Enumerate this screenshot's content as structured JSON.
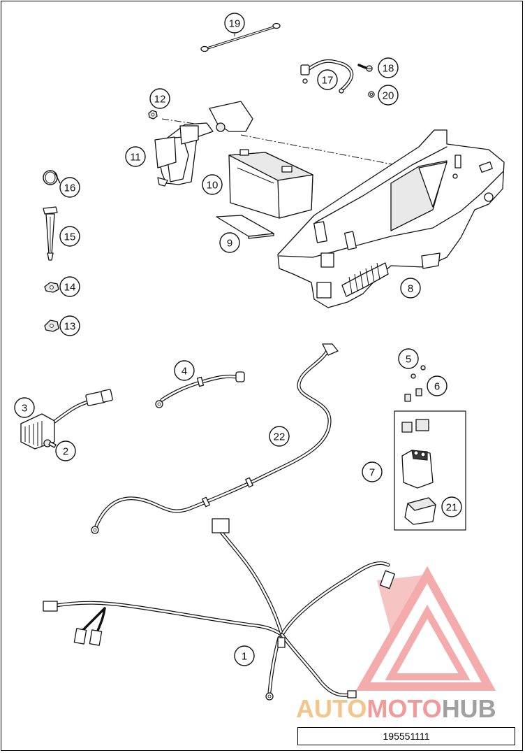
{
  "diagram": {
    "drawing_number": "195551111",
    "callouts": [
      {
        "id": "c1",
        "label": "1"
      },
      {
        "id": "c2",
        "label": "2"
      },
      {
        "id": "c3",
        "label": "3"
      },
      {
        "id": "c4",
        "label": "4"
      },
      {
        "id": "c5",
        "label": "5"
      },
      {
        "id": "c6",
        "label": "6"
      },
      {
        "id": "c7",
        "label": "7"
      },
      {
        "id": "c8",
        "label": "8"
      },
      {
        "id": "c9",
        "label": "9"
      },
      {
        "id": "c10",
        "label": "10"
      },
      {
        "id": "c11",
        "label": "11"
      },
      {
        "id": "c12",
        "label": "12"
      },
      {
        "id": "c13",
        "label": "13"
      },
      {
        "id": "c14",
        "label": "14"
      },
      {
        "id": "c15",
        "label": "15"
      },
      {
        "id": "c16",
        "label": "16"
      },
      {
        "id": "c17",
        "label": "17"
      },
      {
        "id": "c18",
        "label": "18"
      },
      {
        "id": "c19",
        "label": "19"
      },
      {
        "id": "c20",
        "label": "20"
      },
      {
        "id": "c21",
        "label": "21"
      },
      {
        "id": "c22",
        "label": "22"
      }
    ]
  },
  "watermark": {
    "part1": "AUTO",
    "part2": "MOTO",
    "part3": "HUB",
    "color1": "#f4c58a",
    "color2": "#f09a9a",
    "color3": "#a9a9a9"
  }
}
